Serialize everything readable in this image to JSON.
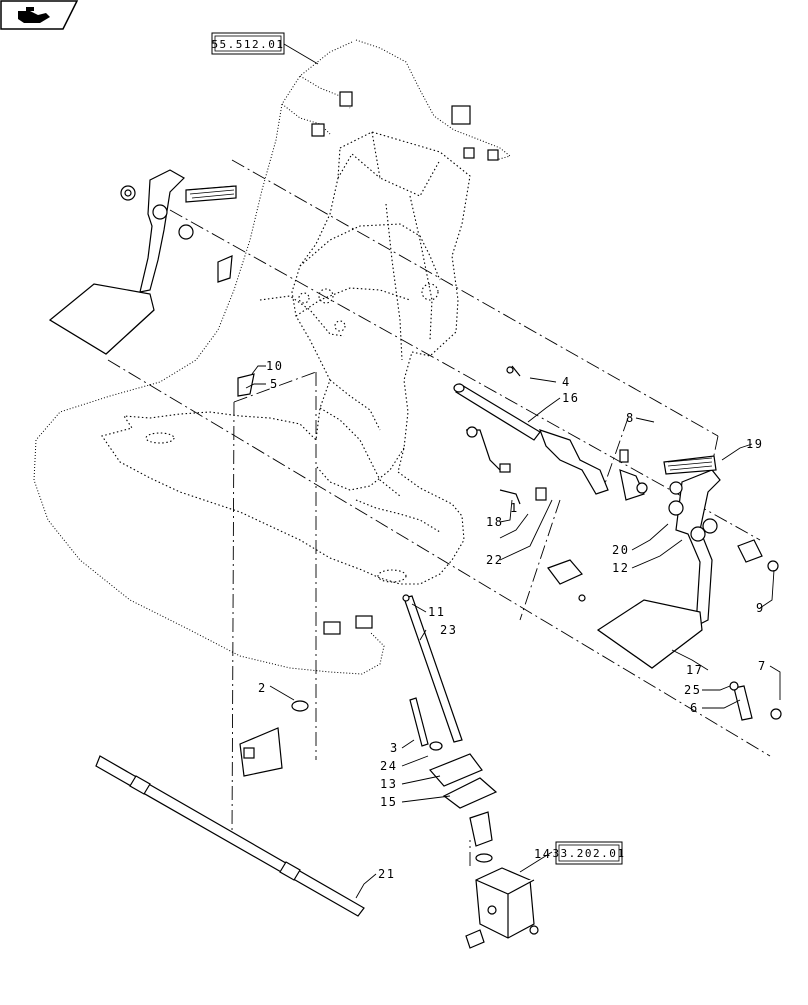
{
  "references": [
    {
      "id": "ref-55-512-01",
      "text": "55.512.01"
    },
    {
      "id": "ref-33-202-01",
      "text": "33.202.01"
    }
  ],
  "callouts": [
    {
      "id": "1",
      "label": "1"
    },
    {
      "id": "2",
      "label": "2"
    },
    {
      "id": "3",
      "label": "3"
    },
    {
      "id": "4",
      "label": "4"
    },
    {
      "id": "5",
      "label": "5"
    },
    {
      "id": "6",
      "label": "6"
    },
    {
      "id": "7",
      "label": "7"
    },
    {
      "id": "8",
      "label": "8"
    },
    {
      "id": "9",
      "label": "9"
    },
    {
      "id": "10",
      "label": "10"
    },
    {
      "id": "11",
      "label": "11"
    },
    {
      "id": "12",
      "label": "12"
    },
    {
      "id": "13",
      "label": "13"
    },
    {
      "id": "14",
      "label": "14"
    },
    {
      "id": "15",
      "label": "15"
    },
    {
      "id": "16",
      "label": "16"
    },
    {
      "id": "17",
      "label": "17"
    },
    {
      "id": "18",
      "label": "18"
    },
    {
      "id": "19",
      "label": "19"
    },
    {
      "id": "20",
      "label": "20"
    },
    {
      "id": "21",
      "label": "21"
    },
    {
      "id": "22",
      "label": "22"
    },
    {
      "id": "23",
      "label": "23"
    },
    {
      "id": "24",
      "label": "24"
    },
    {
      "id": "25",
      "label": "25"
    }
  ]
}
